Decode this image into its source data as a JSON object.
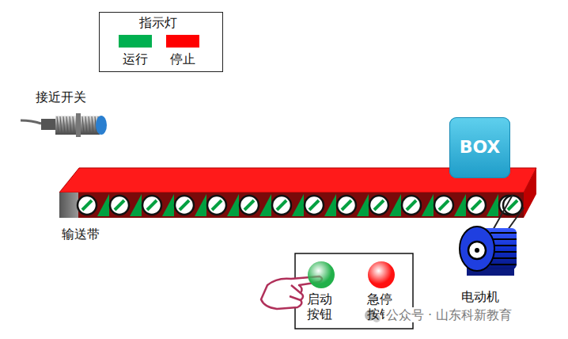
{
  "diagram": {
    "nodes": [
      {
        "text": [
          "接近开关"
        ]
      },
      {
        "text": [
          "BOX"
        ]
      },
      {
        "text": [
          "输送带"
        ]
      },
      {
        "text": [
          "启动 按钮"
        ]
      },
      {
        "text": [
          "急停 按钮"
        ]
      },
      {
        "text": [
          "电动机"
        ]
      }
    ],
    "labels": [
      "指示灯",
      "公众号 · 山东科新教育"
    ],
    "legend": [
      {
        "text": "运行",
        "color": "#00b050"
      },
      {
        "text": "停止",
        "color": "#ff0000"
      }
    ]
  }
}
